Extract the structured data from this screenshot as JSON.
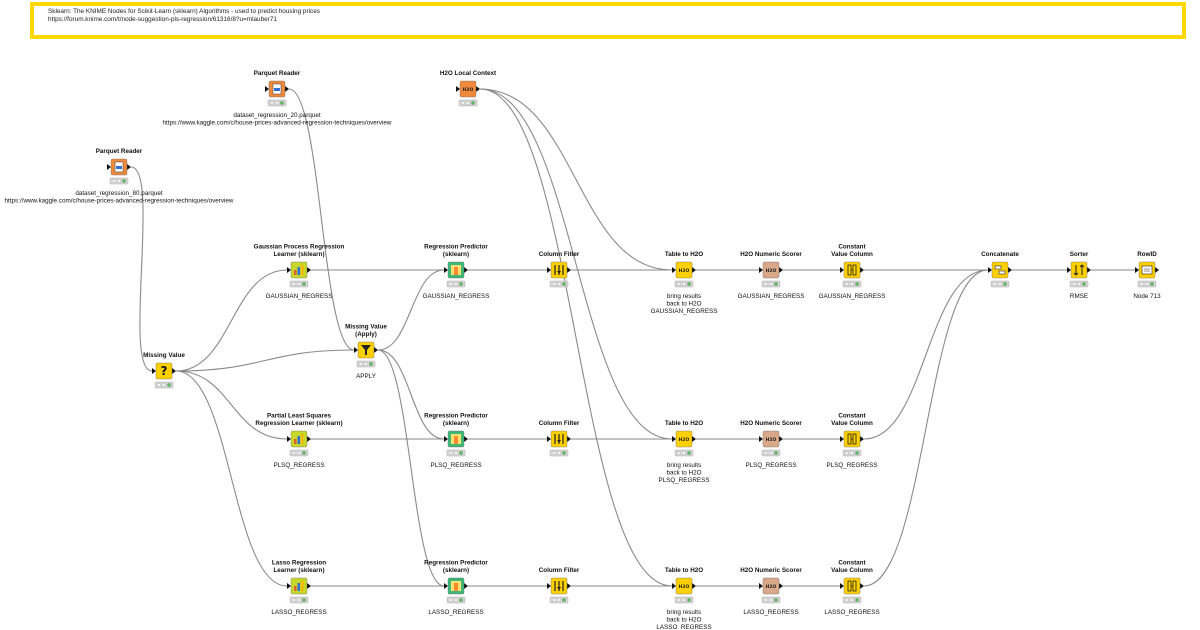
{
  "annotation": {
    "line1": "Sklearn: The KNIME Nodes for Scikit-Learn (sklearn) Algorithms - used to predict housing prices",
    "line2": "https://forum.knime.com/t/node-suggestion-pls-regression/61316/8?u=mlauber71",
    "color": "#ffd800"
  },
  "nodes": {
    "parquet_reader_top": {
      "title": [
        "Parquet Reader"
      ],
      "label": [
        "dataset_regression_20.parquet",
        "https://www.kaggle.com/c/house-prices-advanced-regression-techniques/overview"
      ],
      "icon": "parquet-file-icon",
      "color": "#f08a3a"
    },
    "parquet_reader_left": {
      "title": [
        "Parquet Reader"
      ],
      "label": [
        "dataset_regression_80.parquet",
        "https://www.kaggle.com/c/house-prices-advanced-regression-techniques/overview"
      ],
      "icon": "parquet-file-icon",
      "color": "#f08a3a"
    },
    "h2o_local_context": {
      "title": [
        "H2O Local Context"
      ],
      "label": [],
      "icon": "h2o-icon",
      "color": "#f08a3a"
    },
    "missing_value": {
      "title": [
        "Missing Value"
      ],
      "label": [],
      "icon": "question-mark-icon",
      "color": "#ffd000"
    },
    "missing_value_apply": {
      "title": [
        "Missing Value",
        "(Apply)"
      ],
      "label": [
        "APPLY"
      ],
      "icon": "funnel-icon",
      "color": "#ffd000"
    },
    "gpr_learner": {
      "title": [
        "Gaussian Process Regression",
        "Learner (sklearn)"
      ],
      "label": [
        "GAUSSIAN_REGRESS"
      ],
      "icon": "learner-icon",
      "color": "#c8d82a"
    },
    "pls_learner": {
      "title": [
        "Partial Least Squares",
        "Regression Learner (sklearn)"
      ],
      "label": [
        "PLSQ_REGRESS"
      ],
      "icon": "learner-icon",
      "color": "#c8d82a"
    },
    "lasso_learner": {
      "title": [
        "Lasso Regression",
        "Learner (sklearn)"
      ],
      "label": [
        "LASSO_REGRESS"
      ],
      "icon": "learner-icon",
      "color": "#c8d82a"
    },
    "predictor_1": {
      "title": [
        "Regression Predictor",
        "(sklearn)"
      ],
      "label": [
        "GAUSSIAN_REGRESS"
      ],
      "icon": "predictor-icon",
      "color": "#3cb878"
    },
    "predictor_2": {
      "title": [
        "Regression Predictor",
        "(sklearn)"
      ],
      "label": [
        "PLSQ_REGRESS"
      ],
      "icon": "predictor-icon",
      "color": "#3cb878"
    },
    "predictor_3": {
      "title": [
        "Regression Predictor",
        "(sklearn)"
      ],
      "label": [
        "LASSO_REGRESS"
      ],
      "icon": "predictor-icon",
      "color": "#3cb878"
    },
    "column_filter_1": {
      "title": [
        "Column Filter"
      ],
      "label": [],
      "icon": "column-filter-icon",
      "color": "#ffd000"
    },
    "column_filter_2": {
      "title": [
        "Column Filter"
      ],
      "label": [],
      "icon": "column-filter-icon",
      "color": "#ffd000"
    },
    "column_filter_3": {
      "title": [
        "Column Filter"
      ],
      "label": [],
      "icon": "column-filter-icon",
      "color": "#ffd000"
    },
    "table_to_h2o_1": {
      "title": [
        "Table to H2O"
      ],
      "label": [
        "bring results",
        "back to H2O",
        "GAUSSIAN_REGRESS"
      ],
      "icon": "h2o-icon",
      "color": "#ffd000"
    },
    "table_to_h2o_2": {
      "title": [
        "Table to H2O"
      ],
      "label": [
        "bring results",
        "back to H2O",
        "PLSQ_REGRESS"
      ],
      "icon": "h2o-icon",
      "color": "#ffd000"
    },
    "table_to_h2o_3": {
      "title": [
        "Table to H2O"
      ],
      "label": [
        "bring results",
        "back to H2O",
        "LASSO_REGRESS"
      ],
      "icon": "h2o-icon",
      "color": "#ffd000"
    },
    "scorer_1": {
      "title": [
        "H2O Numeric Scorer"
      ],
      "label": [
        "GAUSSIAN_REGRESS"
      ],
      "icon": "h2o-icon",
      "color": "#d9a888"
    },
    "scorer_2": {
      "title": [
        "H2O Numeric Scorer"
      ],
      "label": [
        "PLSQ_REGRESS"
      ],
      "icon": "h2o-icon",
      "color": "#d9a888"
    },
    "scorer_3": {
      "title": [
        "H2O Numeric Scorer"
      ],
      "label": [
        "LASSO_REGRESS"
      ],
      "icon": "h2o-icon",
      "color": "#d9a888"
    },
    "const_col_1": {
      "title": [
        "Constant",
        "Value Column"
      ],
      "label": [
        "GAUSSIAN_REGRESS"
      ],
      "icon": "add-column-icon",
      "color": "#ffd000"
    },
    "const_col_2": {
      "title": [
        "Constant",
        "Value Column"
      ],
      "label": [
        "PLSQ_REGRESS"
      ],
      "icon": "add-column-icon",
      "color": "#ffd000"
    },
    "const_col_3": {
      "title": [
        "Constant",
        "Value Column"
      ],
      "label": [
        "LASSO_REGRESS"
      ],
      "icon": "add-column-icon",
      "color": "#ffd000"
    },
    "concatenate": {
      "title": [
        "Concatenate"
      ],
      "label": [],
      "icon": "concatenate-icon",
      "color": "#ffd000"
    },
    "sorter": {
      "title": [
        "Sorter"
      ],
      "label": [
        "RMSE"
      ],
      "icon": "sort-icon",
      "color": "#ffd000"
    },
    "rowid": {
      "title": [
        "RowID"
      ],
      "label": [
        "Node 713"
      ],
      "icon": "rowid-icon",
      "color": "#ffd000"
    }
  },
  "connections": [
    [
      "parquet_reader_top",
      "missing_value_apply"
    ],
    [
      "parquet_reader_left",
      "missing_value"
    ],
    [
      "missing_value",
      "gpr_learner"
    ],
    [
      "missing_value",
      "pls_learner"
    ],
    [
      "missing_value",
      "lasso_learner"
    ],
    [
      "missing_value",
      "missing_value_apply"
    ],
    [
      "missing_value_apply",
      "predictor_1"
    ],
    [
      "missing_value_apply",
      "predictor_2"
    ],
    [
      "missing_value_apply",
      "predictor_3"
    ],
    [
      "gpr_learner",
      "predictor_1"
    ],
    [
      "pls_learner",
      "predictor_2"
    ],
    [
      "lasso_learner",
      "predictor_3"
    ],
    [
      "predictor_1",
      "column_filter_1"
    ],
    [
      "predictor_2",
      "column_filter_2"
    ],
    [
      "predictor_3",
      "column_filter_3"
    ],
    [
      "column_filter_1",
      "table_to_h2o_1"
    ],
    [
      "column_filter_2",
      "table_to_h2o_2"
    ],
    [
      "column_filter_3",
      "table_to_h2o_3"
    ],
    [
      "h2o_local_context",
      "table_to_h2o_1"
    ],
    [
      "h2o_local_context",
      "table_to_h2o_2"
    ],
    [
      "h2o_local_context",
      "table_to_h2o_3"
    ],
    [
      "table_to_h2o_1",
      "scorer_1"
    ],
    [
      "table_to_h2o_2",
      "scorer_2"
    ],
    [
      "table_to_h2o_3",
      "scorer_3"
    ],
    [
      "scorer_1",
      "const_col_1"
    ],
    [
      "scorer_2",
      "const_col_2"
    ],
    [
      "scorer_3",
      "const_col_3"
    ],
    [
      "const_col_1",
      "concatenate"
    ],
    [
      "const_col_2",
      "concatenate"
    ],
    [
      "const_col_3",
      "concatenate"
    ],
    [
      "concatenate",
      "sorter"
    ],
    [
      "sorter",
      "rowid"
    ]
  ]
}
